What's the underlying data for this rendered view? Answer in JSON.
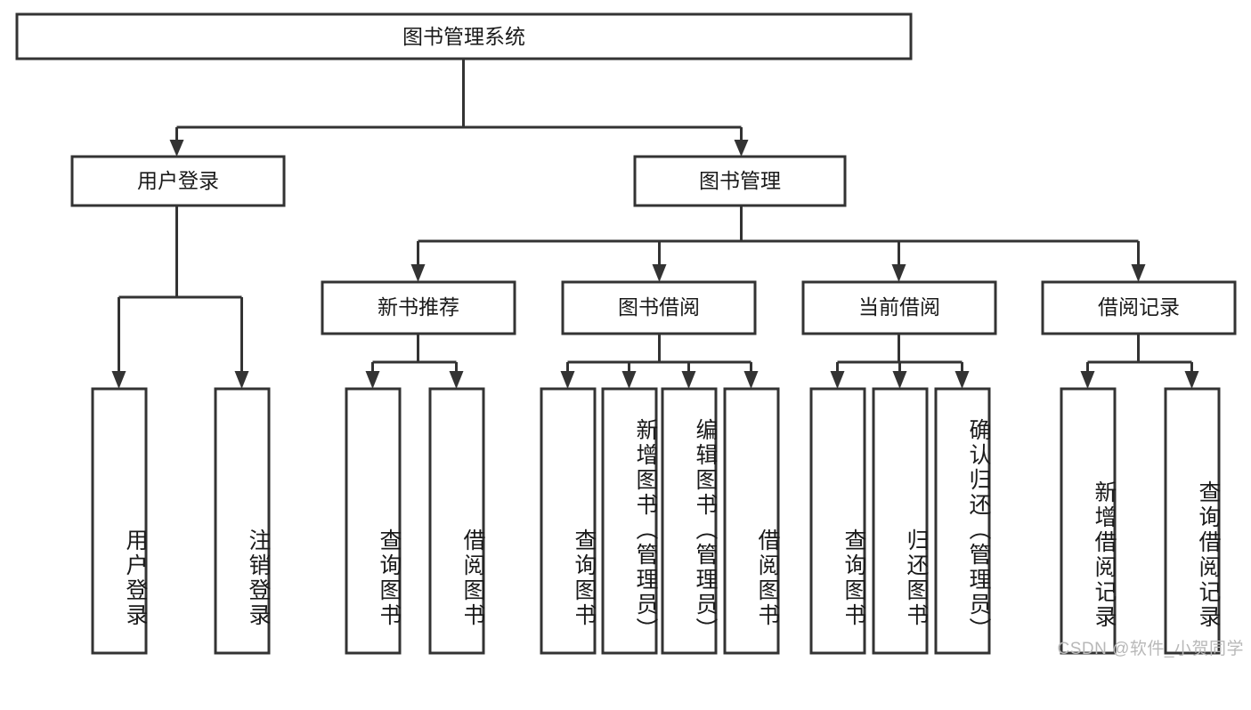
{
  "diagram": {
    "title_node": {
      "label": "图书管理系统"
    },
    "level2": [
      {
        "id": "user-login",
        "label": "用户登录"
      },
      {
        "id": "book-management",
        "label": "图书管理"
      }
    ],
    "level3": [
      {
        "id": "new-book-recommend",
        "label": "新书推荐"
      },
      {
        "id": "book-borrow",
        "label": "图书借阅"
      },
      {
        "id": "current-borrow",
        "label": "当前借阅"
      },
      {
        "id": "borrow-record",
        "label": "借阅记录"
      }
    ],
    "leaves": [
      {
        "id": "leaf-user-login",
        "label": "用户登录",
        "parent": "user-login"
      },
      {
        "id": "leaf-logout-login",
        "label": "注销登录",
        "parent": "user-login"
      },
      {
        "id": "leaf-query-book-1",
        "label": "查询图书",
        "parent": "new-book-recommend"
      },
      {
        "id": "leaf-borrow-book-1",
        "label": "借阅图书",
        "parent": "new-book-recommend"
      },
      {
        "id": "leaf-query-book-2",
        "label": "查询图书",
        "parent": "book-borrow"
      },
      {
        "id": "leaf-add-book",
        "label": "新增图书（管理员）",
        "parent": "book-borrow"
      },
      {
        "id": "leaf-edit-book",
        "label": "编辑图书（管理员）",
        "parent": "book-borrow"
      },
      {
        "id": "leaf-borrow-book-2",
        "label": "借阅图书",
        "parent": "book-borrow"
      },
      {
        "id": "leaf-query-book-3",
        "label": "查询图书",
        "parent": "current-borrow"
      },
      {
        "id": "leaf-return-book",
        "label": "归还图书",
        "parent": "current-borrow"
      },
      {
        "id": "leaf-confirm-return",
        "label": "确认归还（管理员）",
        "parent": "current-borrow"
      },
      {
        "id": "leaf-add-record",
        "label": "新增借阅记录",
        "parent": "borrow-record"
      },
      {
        "id": "leaf-query-record",
        "label": "查询借阅记录",
        "parent": "borrow-record"
      }
    ],
    "colors": {
      "stroke": "#333333",
      "box_fill": "#ffffff",
      "text": "#1a1a1a",
      "watermark": "#b8b8b8",
      "background": "#ffffff"
    }
  },
  "watermark": {
    "text": "CSDN @软件_小贺同学"
  }
}
